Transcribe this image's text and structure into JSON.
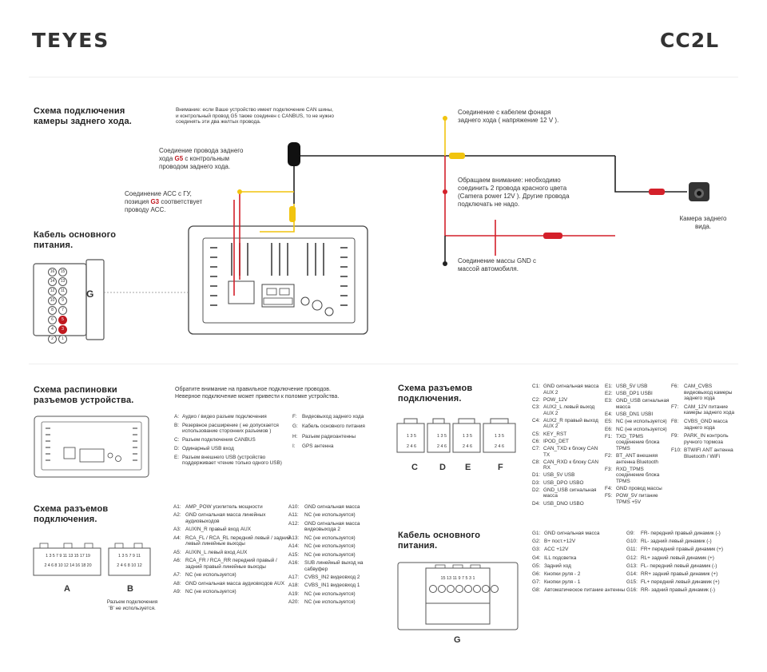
{
  "header": {
    "brand": "TEYES",
    "model": "CC2L"
  },
  "sec1": {
    "title": [
      "Схема подключения",
      "камеры заднего хода."
    ],
    "can_note": [
      "Внимание: если Ваше устройство имеет подключение CAN шины,",
      "и контрольный провод G5 также соединен с CANBUS, то не нужно",
      "соединять эти два желтых провода."
    ],
    "g5_note": {
      "line1": "Соедиение провода заднего",
      "line2_pre": "хода ",
      "line2_hl": "G5",
      "line2_post": " с контрольным",
      "line3": "проводом заднего хода."
    },
    "acc_note": {
      "line1": "Соединение АСС с ГУ,",
      "line2_pre": "позиция ",
      "line2_hl": "G3",
      "line2_post": " соответствует",
      "line3": "проводу АСС."
    },
    "lamp_note": [
      "Соединение с кабелем фонаря",
      "заднего хода ( напряжение 12 V )."
    ],
    "red_note": [
      "Обращаем внимание: необходимо",
      "соединить 2 провода красного цвета",
      "(Camera power 12V ). Другие провода",
      "подключать не надо."
    ],
    "gnd_note": [
      "Соединение массы GND с",
      "массой автомобиля."
    ],
    "camera_label": [
      "Камера заднего",
      "вида."
    ],
    "power_cable_title": [
      "Кабель основного",
      "питания."
    ],
    "g_letter": "G",
    "pins_left": [
      "16",
      "14",
      "12",
      "10",
      "8",
      "6",
      "4",
      "2"
    ],
    "pins_right": [
      "15",
      "13",
      "11",
      "9",
      "7",
      "5",
      "3",
      "1"
    ],
    "highlight_pins": [
      "5",
      "3"
    ]
  },
  "sec2": {
    "title": [
      "Схема распиновки",
      "разъемов устройства."
    ],
    "note": [
      "Обратите внимание на правильное подключение проводов.",
      "Неверное подключение может привести к поломке устройства."
    ],
    "list_left": [
      {
        "k": "A:",
        "v": "Аудио / видео разъем подключения"
      },
      {
        "k": "B:",
        "v": "Резервное расширение ( не допускается использование сторонних разъемов )"
      },
      {
        "k": "C:",
        "v": "Разъем подключения CANBUS"
      },
      {
        "k": "D:",
        "v": "Одинарный USB вход"
      },
      {
        "k": "E:",
        "v": "Разъем внешнего USB (устройство поддерживает чтение только одного USB)"
      }
    ],
    "list_right": [
      {
        "k": "F:",
        "v": "Видеовыход заднего хода"
      },
      {
        "k": "G:",
        "v": "Кабель основного питания"
      },
      {
        "k": "H:",
        "v": "Разъем радиоантенны"
      },
      {
        "k": "I:",
        "v": "GPS антенна"
      }
    ]
  },
  "sec3": {
    "title": [
      "Схема разъемов",
      "подключения."
    ],
    "conn_a_top": "1 3 5 7 9 11 13 15 17 19",
    "conn_a_bottom": "2 4 6 8 10 12 14 16 18 20",
    "conn_b_top": "1 3 5 7 9 11",
    "conn_b_bottom": "2 4 6 8 10 12",
    "label_a": "A",
    "label_b": "B",
    "b_note": [
      "Разъем подключения",
      "'B' не используется."
    ],
    "a_col1": [
      {
        "k": "A1:",
        "v": "AMP_POW усилитель мощности"
      },
      {
        "k": "A2:",
        "v": "GND сигнальная масса линейных аудиовыходов"
      },
      {
        "k": "A3:",
        "v": "AUXIN_R правый вход AUX"
      },
      {
        "k": "A4:",
        "v": "RCA_FL / RCA_RL передний левый / задний левый линейные выходы"
      },
      {
        "k": "A5:",
        "v": "AUXIN_L левый вход AUX"
      },
      {
        "k": "A6:",
        "v": "RCA_FR / RCA_RR передний правый / задний правый линейные выходы"
      },
      {
        "k": "A7:",
        "v": "NC (не используется)"
      },
      {
        "k": "A8:",
        "v": "GND сигнальная масса аудиовходов AUX"
      },
      {
        "k": "A9:",
        "v": "NC (не используется)"
      }
    ],
    "a_col2": [
      {
        "k": "A10:",
        "v": "GND сигнальная масса"
      },
      {
        "k": "A11:",
        "v": "NC (не используется)"
      },
      {
        "k": "A12:",
        "v": "GND сигнальная масса видеовыхода 2"
      },
      {
        "k": "A13:",
        "v": "NC (не используется)"
      },
      {
        "k": "A14:",
        "v": "NC (не используется)"
      },
      {
        "k": "A15:",
        "v": "NC (не используется)"
      },
      {
        "k": "A16:",
        "v": "SUB линейный выход на сабвуфер"
      },
      {
        "k": "A17:",
        "v": "CVBS_IN2 видеовход 2"
      },
      {
        "k": "A18:",
        "v": "CVBS_IN1 видеовход 1"
      },
      {
        "k": "A19:",
        "v": "NC (не используется)"
      },
      {
        "k": "A20:",
        "v": "NC (не используется)"
      }
    ]
  },
  "sec4": {
    "title": [
      "Схема разъемов",
      "подключения."
    ],
    "pin_top": "1 3 5",
    "pin_bottom": "2 4 6",
    "labels": [
      "C",
      "D",
      "E",
      "F"
    ],
    "col_c": [
      {
        "k": "C1:",
        "v": "GND сигнальная масса AUX 2"
      },
      {
        "k": "C2:",
        "v": "POW_12V"
      },
      {
        "k": "C3:",
        "v": "AUX2_L левый выход AUX 2"
      },
      {
        "k": "C4:",
        "v": "AUX2_R правый выход AUX 2"
      },
      {
        "k": "C5:",
        "v": "KEY_RST"
      },
      {
        "k": "C6:",
        "v": "IPOD_DET"
      },
      {
        "k": "C7:",
        "v": "CAN_TXD к блоку CAN TX"
      },
      {
        "k": "C8:",
        "v": "CAN_RXD к блоку CAN RX"
      },
      {
        "k": "D1:",
        "v": "USB_5V USB"
      },
      {
        "k": "D3:",
        "v": "USB_DPO USBO"
      },
      {
        "k": "D2:",
        "v": "GND_USB сигнальная масса"
      },
      {
        "k": "D4:",
        "v": "USB_DNO USBO"
      }
    ],
    "col_e": [
      {
        "k": "E1:",
        "v": "USB_5V USB"
      },
      {
        "k": "E2:",
        "v": "USB_DP1 USBI"
      },
      {
        "k": "E3:",
        "v": "GND_USB сигнальная масса"
      },
      {
        "k": "E4:",
        "v": "USB_DN1 USBI"
      },
      {
        "k": "E5:",
        "v": "NC (не используется)"
      },
      {
        "k": "E6:",
        "v": "NC (не используется)"
      },
      {
        "k": "F1:",
        "v": "TXD_TPMS соединение блока TPMS"
      },
      {
        "k": "F2:",
        "v": "BT_ANT внешняя антенна Bluetooth"
      },
      {
        "k": "F3:",
        "v": "RXD_TPMS соединение блока TPMS"
      },
      {
        "k": "F4:",
        "v": "GND провод массы"
      },
      {
        "k": "F5:",
        "v": "POW_5V питание TPMS +5V"
      }
    ],
    "col_f": [
      {
        "k": "F6:",
        "v": "CAM_CVBS видеовыход камеры заднего хода"
      },
      {
        "k": "F7:",
        "v": "CAM_12V питание камеры заднего хода"
      },
      {
        "k": "F8:",
        "v": "CVBS_GND масса заднего хода"
      },
      {
        "k": "F9:",
        "v": "PARK_IN контроль ручного тормоза"
      },
      {
        "k": "F10:",
        "v": "BTWIFI ANT антенна Bluetooth / WiFi"
      }
    ]
  },
  "sec5": {
    "title": [
      "Кабель основного",
      "питания."
    ],
    "pin_top": "15 13 11 9 7 5 3 1",
    "label_g": "G",
    "col_g1": [
      {
        "k": "G1:",
        "v": "GND сигнальная масса"
      },
      {
        "k": "G2:",
        "v": "B+ пост.+12V"
      },
      {
        "k": "G3:",
        "v": "ACC +12V"
      },
      {
        "k": "G4:",
        "v": "ILL подсветка"
      },
      {
        "k": "G5:",
        "v": "Задний ход"
      },
      {
        "k": "G6:",
        "v": "Кнопки руля - 2"
      },
      {
        "k": "G7:",
        "v": "Кнопки руля - 1"
      },
      {
        "k": "G8:",
        "v": "Автоматическое питание антенны"
      }
    ],
    "col_g2": [
      {
        "k": "G9:",
        "v": "FR- передний правый динамик (-)"
      },
      {
        "k": "G10:",
        "v": "RL- задний левый динамик (-)"
      },
      {
        "k": "G11:",
        "v": "FR+ передний правый динамик (+)"
      },
      {
        "k": "G12:",
        "v": "RL+ задний левый динамик (+)"
      },
      {
        "k": "G13:",
        "v": "FL- передний левый динамик (-)"
      },
      {
        "k": "G14:",
        "v": "RR+ задний правый динамик (+)"
      },
      {
        "k": "G15:",
        "v": "FL+ передний левый динамик (+)"
      },
      {
        "k": "G16:",
        "v": "RR- задний правый динамик (-)"
      }
    ]
  },
  "colors": {
    "red": "#d4202a",
    "yellow": "#f1c40f",
    "black": "#222222",
    "gray": "#777777"
  }
}
